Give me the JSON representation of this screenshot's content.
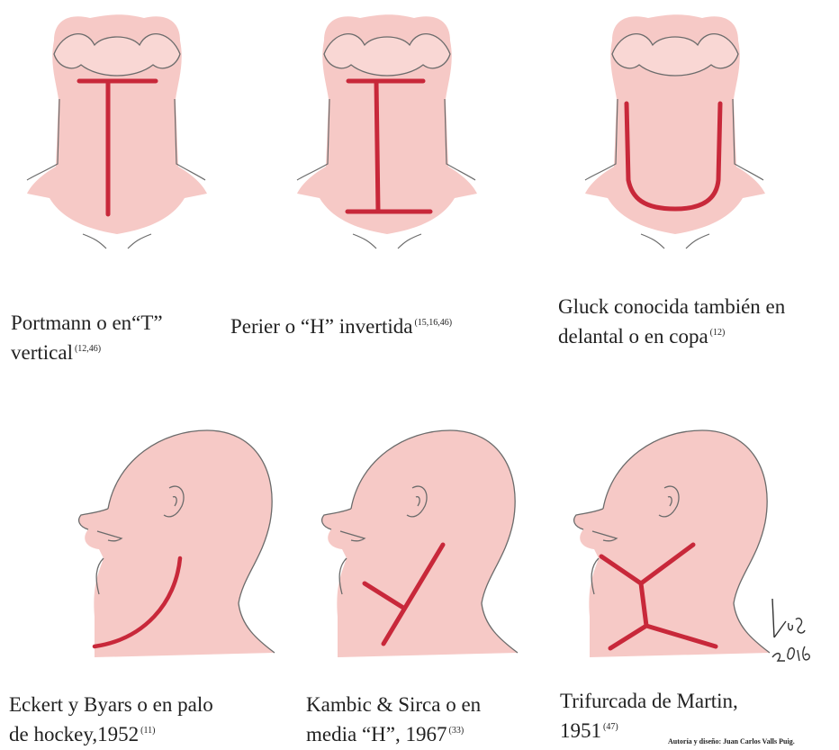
{
  "figures": [
    {
      "caption_lines": [
        "Portmann o en“T”",
        "vertical"
      ],
      "ref": "(12,46)",
      "incision": "T vertical"
    },
    {
      "caption_lines": [
        "Perier o “H” invertida"
      ],
      "ref": "(15,16,46)",
      "incision": "H invertida"
    },
    {
      "caption_lines": [
        "Gluck conocida también  en",
        "delantal o en copa"
      ],
      "ref": "(12)",
      "incision": "U"
    },
    {
      "caption_lines": [
        "Eckert y Byars o en palo",
        "de hockey,1952"
      ],
      "ref": "(11)",
      "incision": "hockey"
    },
    {
      "caption_lines": [
        "Kambic & Sirca o en",
        "media “H”, 1967"
      ],
      "ref": "(33)",
      "incision": "media H"
    },
    {
      "caption_lines": [
        "Trifurcada de Martin,",
        "1951"
      ],
      "ref": "(47)",
      "incision": "trifurcada"
    }
  ],
  "signature": {
    "text": "VBS 2016"
  },
  "credit": "Autoría y diseño: Juan Carlos Valls Puig.",
  "colors": {
    "skin": "#f4c2c0",
    "skin_light": "#fadad8",
    "incision": "#c8283a",
    "outline": "#6b6b6b"
  }
}
